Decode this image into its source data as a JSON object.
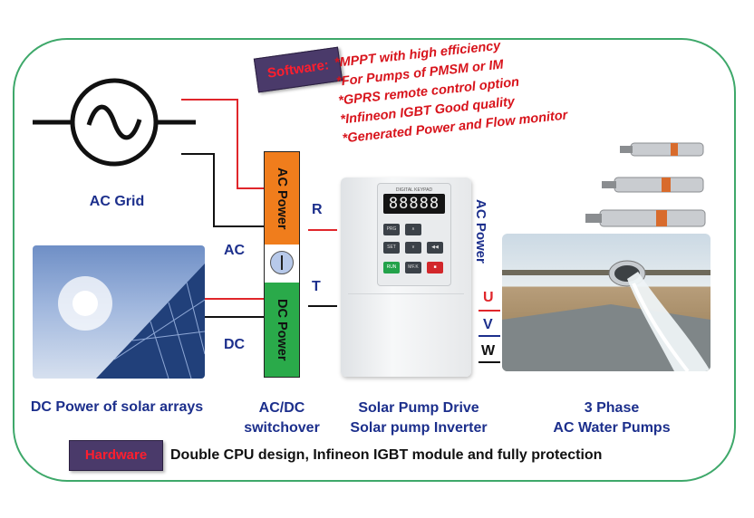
{
  "software": {
    "badge": "Software:",
    "features": [
      "*MPPT with high efficiency",
      "*For Pumps of PMSM or IM",
      "*GPRS remote control option",
      "*Infineon IGBT Good quality",
      "*Generated Power and Flow monitor"
    ]
  },
  "ac_grid": {
    "label": "AC Grid"
  },
  "solar": {
    "label": "DC Power of solar arrays"
  },
  "switch": {
    "ac_text": "AC Power",
    "dc_text": "DC Power",
    "ac_line": "AC",
    "dc_line": "DC",
    "caption_line1": "AC/DC",
    "caption_line2": "switchover"
  },
  "drive": {
    "brand": "DIGITAL KEYPAD",
    "display": "88888",
    "buttons": [
      "PRG",
      "SET",
      "RUN",
      "MF.K"
    ],
    "caption_line1": "Solar Pump Drive",
    "caption_line2": "Solar pump Inverter",
    "input_r": "R",
    "input_t": "T",
    "output_label": "AC Power",
    "output_u": "U",
    "output_v": "V",
    "output_w": "W"
  },
  "pumps": {
    "caption_line1": "3 Phase",
    "caption_line2": "AC Water Pumps"
  },
  "hardware": {
    "badge": "Hardware",
    "text": "Double CPU design, Infineon IGBT module and fully protection"
  },
  "colors": {
    "frame": "#3ea86a",
    "label_blue": "#1c2f8c",
    "feature_red": "#d8141c",
    "ac_orange": "#f07d1c",
    "dc_green": "#2aaa4a",
    "badge_purple": "#4a3a6a"
  }
}
